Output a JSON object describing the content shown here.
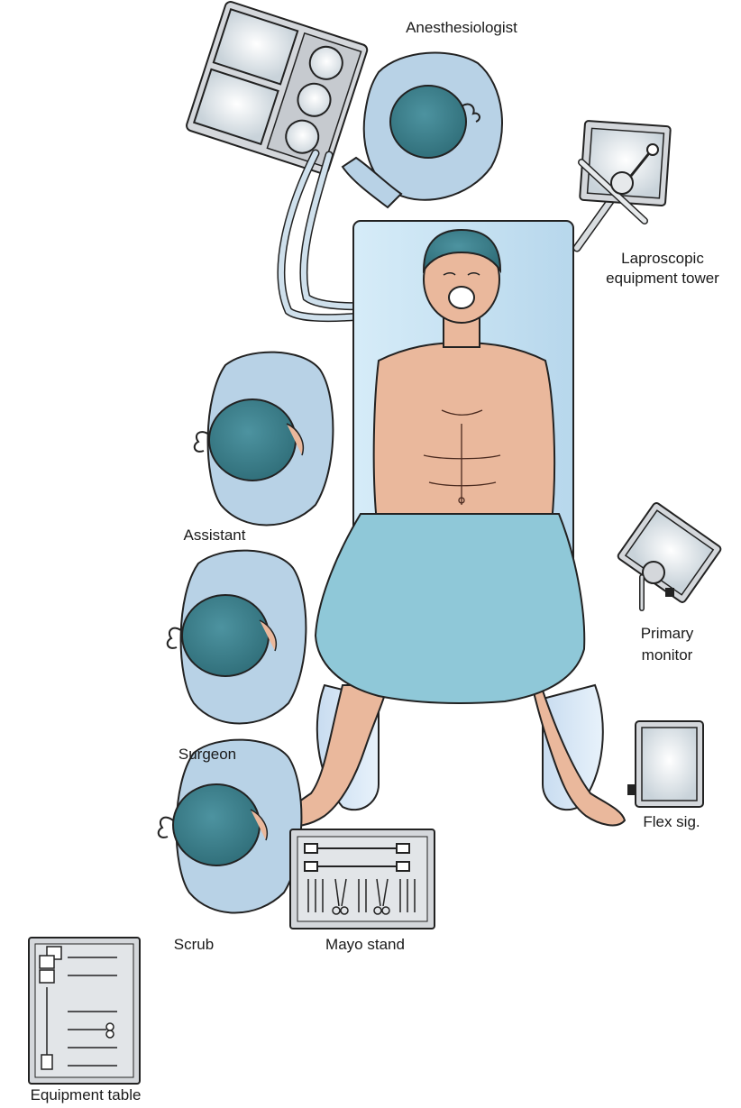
{
  "labels": {
    "anesthesiologist": "Anesthesiologist",
    "laparoscopic_tower_line1": "Laproscopic",
    "laparoscopic_tower_line2": "equipment tower",
    "assistant": "Assistant",
    "primary_monitor_line1": "Primary",
    "primary_monitor_line2": "monitor",
    "surgeon": "Surgeon",
    "flex_sig": "Flex sig.",
    "scrub": "Scrub",
    "mayo_stand": "Mayo stand",
    "equipment_table": "Equipment table"
  },
  "colors": {
    "gown": "#b8d2e6",
    "cap": "#3a7c86",
    "table": "#c5e0f2",
    "drape": "#8fc8d8",
    "skin": "#eab89c",
    "equipment": "#d4d7db",
    "screen": "#eef3f6",
    "outline": "#1e1e1e"
  }
}
